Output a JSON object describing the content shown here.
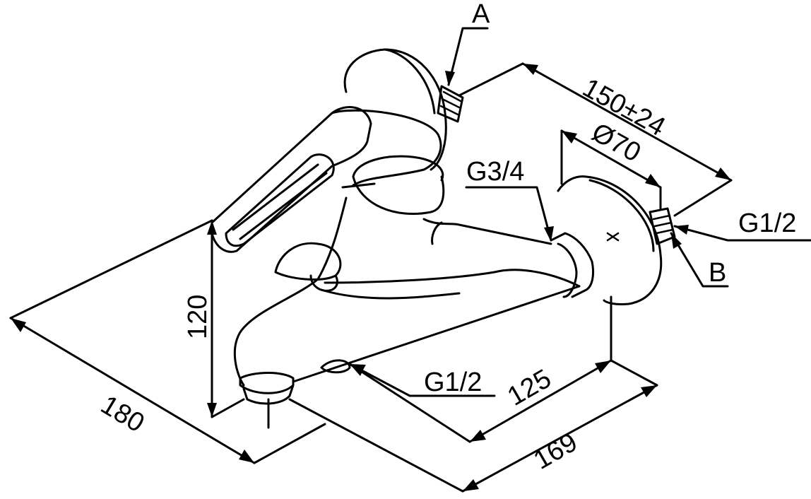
{
  "labels": {
    "a": "A",
    "b": "B",
    "g34": "G3/4",
    "g12_right": "G1/2",
    "g12_bottom": "G1/2",
    "dim_150": "150±24",
    "dim_70": "Ø70",
    "dim_120": "120",
    "dim_180": "180",
    "dim_125": "125",
    "dim_169": "169"
  }
}
